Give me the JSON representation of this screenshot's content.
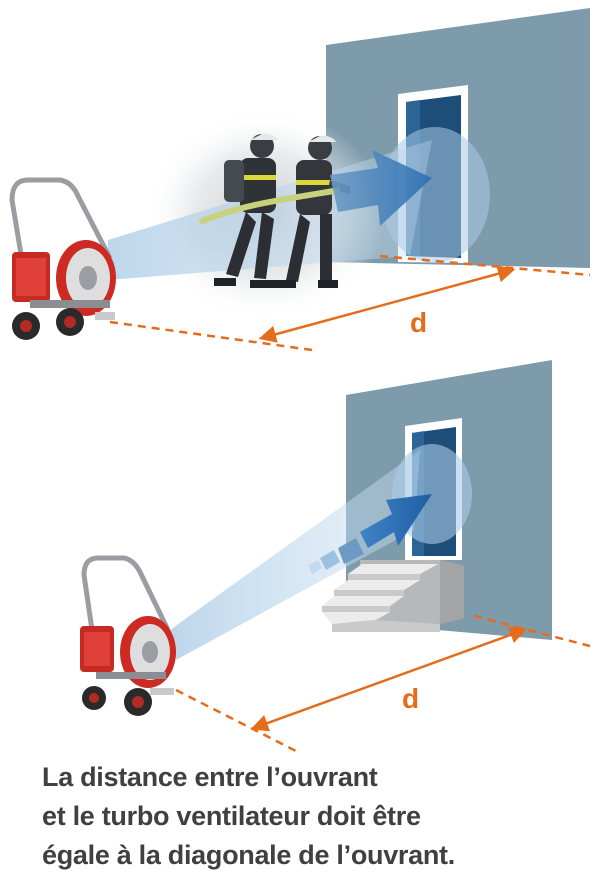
{
  "colors": {
    "wall": "#7e9bac",
    "wall_edge": "#6c8899",
    "door_frame": "#ffffff",
    "door_dark": "#1d4e7a",
    "cone": "#a9cbe6",
    "arrow": "#2b6fb3",
    "measure": "#e46c1a",
    "caption": "#404040"
  },
  "diagram": {
    "top_distance_label": "d",
    "bottom_distance_label": "d",
    "icons": [
      "turbo-ventilator-icon",
      "firefighters-icon",
      "stairs-icon"
    ]
  },
  "caption": {
    "line1": "La distance entre l’ouvrant",
    "line2": "et le turbo ventilateur doit être",
    "line3": "égale à la diagonale de l’ouvrant."
  }
}
